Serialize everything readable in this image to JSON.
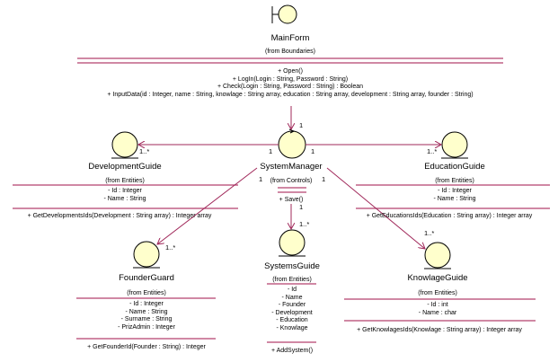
{
  "colors": {
    "line": "#a0285a",
    "separator": "#b3406e",
    "icon_fill": "#ffffcc",
    "icon_stroke": "#000000"
  },
  "classes": {
    "main_form": {
      "name": "MainForm",
      "package": "(from Boundaries)",
      "stereotype_icon": "boundary-icon",
      "operations": [
        "+ Open()",
        "+ LogIn(Login : String, Password : String)",
        "+ Check(Login : String, Password : String) : Boolean",
        "+ InputData(id : Integer, name : String, knowlage : String array, education : String array, development : String array, founder : String)"
      ]
    },
    "system_manager": {
      "name": "SystemManager",
      "package": "(from Controls)",
      "stereotype_icon": "control-icon",
      "operations": [
        "+ Save()"
      ]
    },
    "development_guide": {
      "name": "DevelopmentGuide",
      "package": "(from Entities)",
      "stereotype_icon": "entity-icon",
      "attributes": [
        "- Id : Integer",
        "- Name : String"
      ],
      "operations": [
        "+ GetDevelopmentsIds(Development : String array) : Integer array"
      ]
    },
    "education_guide": {
      "name": "EducationGuide",
      "package": "(from Entities)",
      "stereotype_icon": "entity-icon",
      "attributes": [
        "- Id : Integer",
        "- Name : String"
      ],
      "operations": [
        "+ GetEducationsIds(Education : String array) : Integer array"
      ]
    },
    "founder_guard": {
      "name": "FounderGuard",
      "package": "(from Entities)",
      "stereotype_icon": "entity-icon",
      "attributes": [
        "- Id : Integer",
        "- Name : String",
        "- Surname : String",
        "- PrizAdmin : Integer"
      ],
      "operations": [
        "+ GetFounderId(Founder : String) : Integer"
      ]
    },
    "systems_guide": {
      "name": "SystemsGuide",
      "package": "(from Entities)",
      "stereotype_icon": "entity-icon",
      "attributes": [
        "- Id",
        "- Name",
        "- Founder",
        "- Development",
        "- Education",
        "- Knowlage"
      ],
      "operations": [
        "+ AddSystem()"
      ]
    },
    "knowlage_guide": {
      "name": "KnowlageGuide",
      "package": "(from Entities)",
      "stereotype_icon": "entity-icon",
      "attributes": [
        "- Id : int",
        "- Name : char"
      ],
      "operations": [
        "+ GetKnowlagesIds(Knowlage : String array) : Integer array"
      ]
    }
  },
  "associations": [
    {
      "from": "MainForm",
      "to": "SystemManager",
      "target_multiplicity": "1"
    },
    {
      "from": "SystemManager",
      "to": "DevelopmentGuide",
      "source_multiplicity": "1",
      "target_multiplicity": "1..*"
    },
    {
      "from": "SystemManager",
      "to": "EducationGuide",
      "source_multiplicity": "1",
      "target_multiplicity": "1..*"
    },
    {
      "from": "SystemManager",
      "to": "FounderGuard",
      "source_multiplicity": "1",
      "target_multiplicity": "1..*"
    },
    {
      "from": "SystemManager",
      "to": "SystemsGuide",
      "source_multiplicity": "1",
      "target_multiplicity": "1..*"
    },
    {
      "from": "SystemManager",
      "to": "KnowlageGuide",
      "source_multiplicity": "1",
      "target_multiplicity": "1..*"
    }
  ]
}
